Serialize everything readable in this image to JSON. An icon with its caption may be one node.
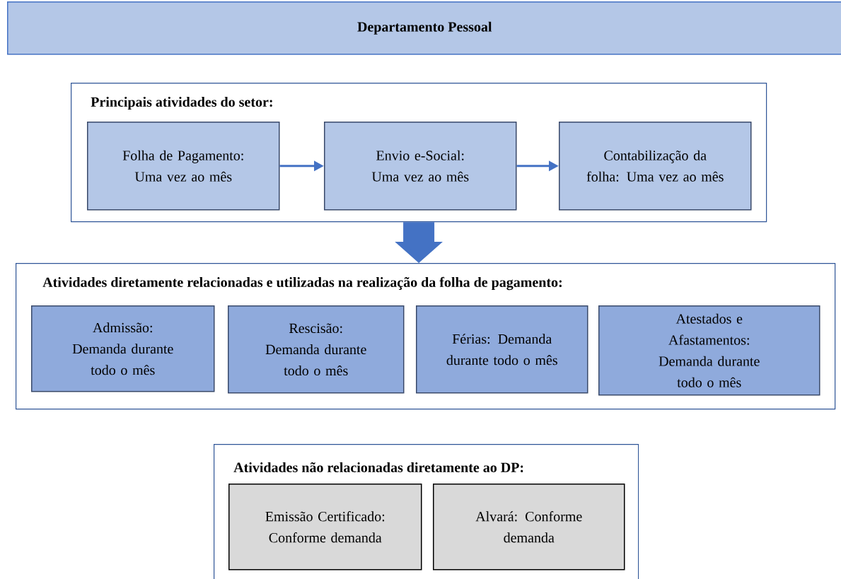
{
  "diagram": {
    "nodes": [
      {
        "text": [
          "Departamento Pessoal"
        ]
      },
      {
        "text": [
          "Principais atividades do setor:"
        ]
      },
      {
        "text": [
          "Folha de Pagamento: Uma vez ao mês"
        ],
        "in": 1
      },
      {
        "text": [
          "Envio e-Social: Uma vez ao mês"
        ],
        "in": 1
      },
      {
        "text": [
          "Contabilização da folha: Uma vez ao mês"
        ],
        "in": 1
      },
      {
        "text": [
          "Atividades diretamente relacionadas e utilizadas na realização da folha de pagamento:"
        ]
      },
      {
        "text": [
          "Admissão: Demanda durante todo o mês"
        ],
        "in": 5
      },
      {
        "text": [
          "Rescisão: Demanda durante todo o mês"
        ],
        "in": 5
      },
      {
        "text": [
          "Férias: Demanda durante todo o mês"
        ],
        "in": 5
      },
      {
        "text": [
          "Atestados e Afastamentos: Demanda durante todo o mês"
        ],
        "in": 5
      },
      {
        "text": [
          "Atividades não relacionadas diretamente ao DP:"
        ]
      },
      {
        "text": [
          "Emissão Certificado: Conforme demanda"
        ],
        "in": 10
      },
      {
        "text": [
          "Alvará: Conforme demanda"
        ],
        "in": 10
      }
    ],
    "edges": [
      {
        "from": 2,
        "to": 3,
        "arrow": "to"
      },
      {
        "from": 3,
        "to": 4,
        "arrow": "to"
      },
      {
        "from": 1,
        "to": 5,
        "arrow": "to",
        "style": "thick"
      }
    ]
  }
}
